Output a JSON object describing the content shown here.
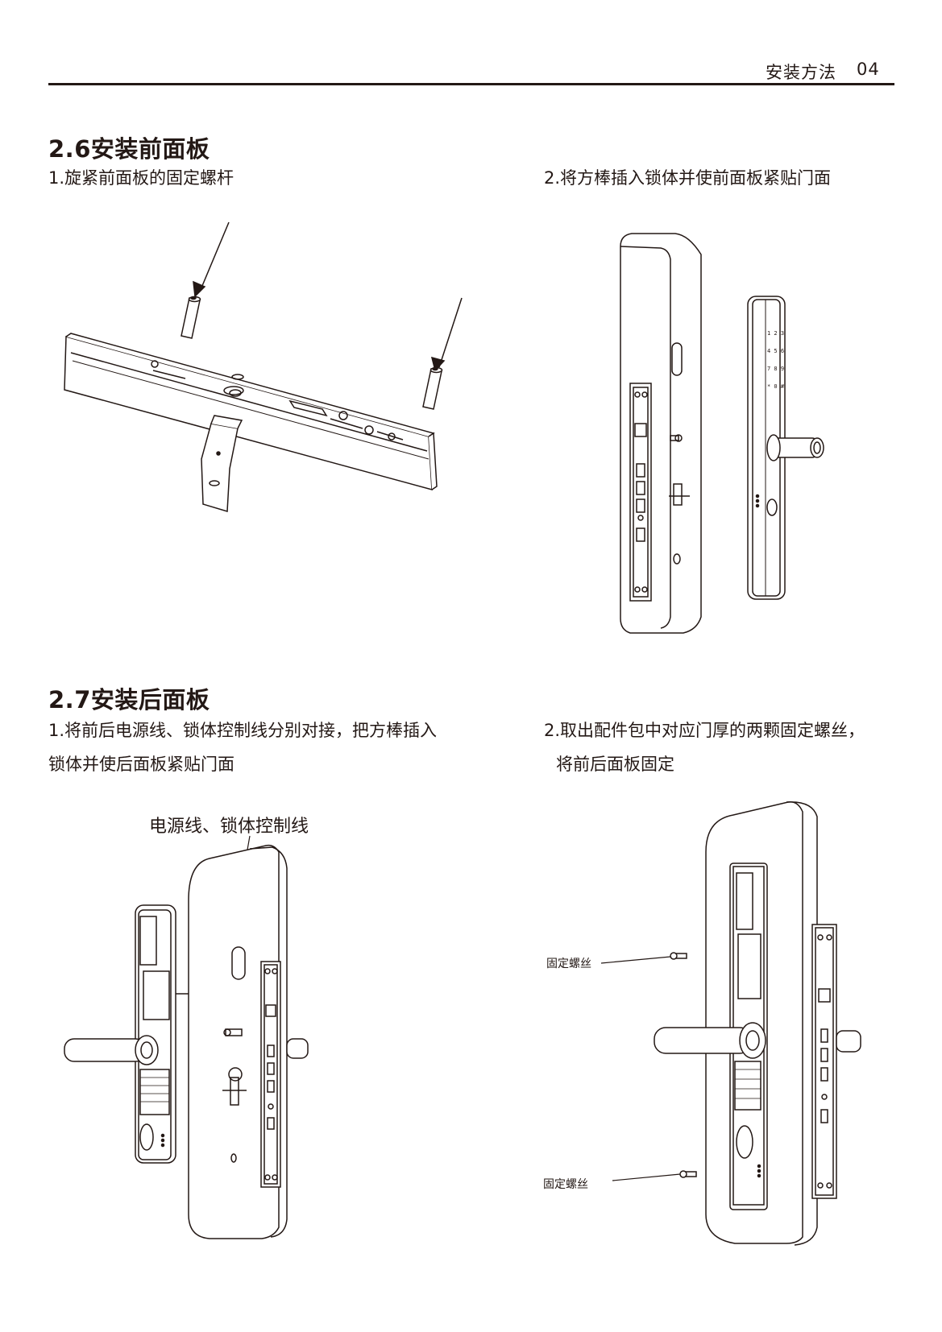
{
  "header": {
    "section_name": "安装方法",
    "page_number": "04"
  },
  "section_26": {
    "title": "2.6安装前面板",
    "step1": "1.旋紧前面板的固定螺杆",
    "step2": "2.将方棒插入锁体并使前面板紧贴门面"
  },
  "section_27": {
    "title": "2.7安装后面板",
    "step1_line1": "1.将前后电源线、锁体控制线分别对接，把方棒插入",
    "step1_line2": "锁体并使后面板紧贴门面",
    "step2_line1": "2.取出配件包中对应门厚的两颗固定螺丝，",
    "step2_line2": "将前后面板固定",
    "cable_label": "电源线、锁体控制线",
    "screw_label_top": "固定螺丝",
    "screw_label_bottom": "固定螺丝"
  },
  "keypad": {
    "row1": "1 2 3",
    "row2": "4 5 6",
    "row3": "7 8 9",
    "row4": "* 0 #"
  }
}
